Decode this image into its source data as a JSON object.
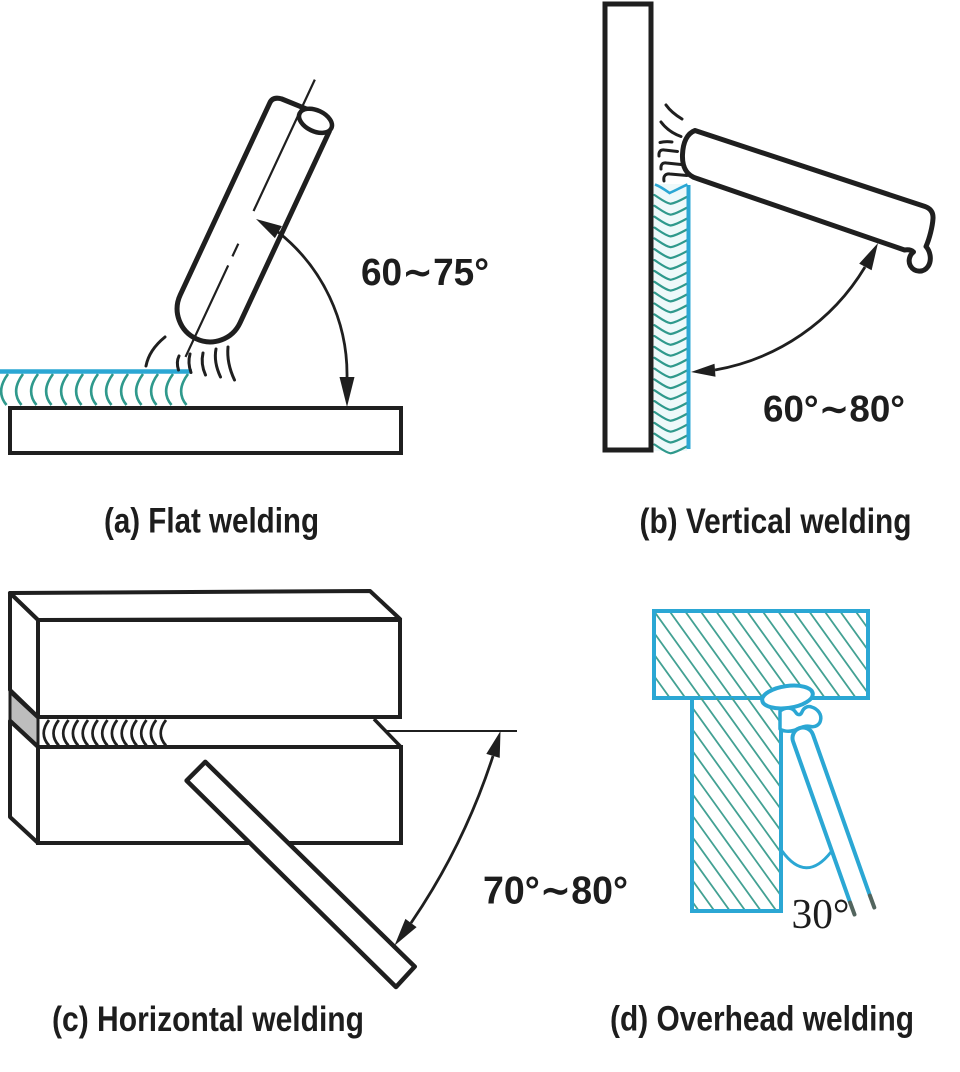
{
  "figure": {
    "type": "technical-diagram",
    "subject": "Electrode work angles for four arc-welding positions"
  },
  "panels": [
    {
      "id": "a",
      "caption": "(a) Flat welding",
      "angle_label": "60∼75°"
    },
    {
      "id": "b",
      "caption": "(b) Vertical welding",
      "angle_label": "60°∼80°"
    },
    {
      "id": "c",
      "caption": "(c) Horizontal welding",
      "angle_label": "70°∼80°"
    },
    {
      "id": "d",
      "caption": "(d) Overhead welding",
      "angle_label": "30°"
    }
  ],
  "colors": {
    "ink": "#1f1f1f",
    "text": "#1d1d1d",
    "weld_cyan": "#2ba7d4",
    "weld_teal": "#2f998c",
    "hatch_teal": "#43a193",
    "bevel_gray": "#bdbdbd",
    "bead_tint": "#eef9fa",
    "tip_gray": "#53655e",
    "paper": "#ffffff"
  }
}
